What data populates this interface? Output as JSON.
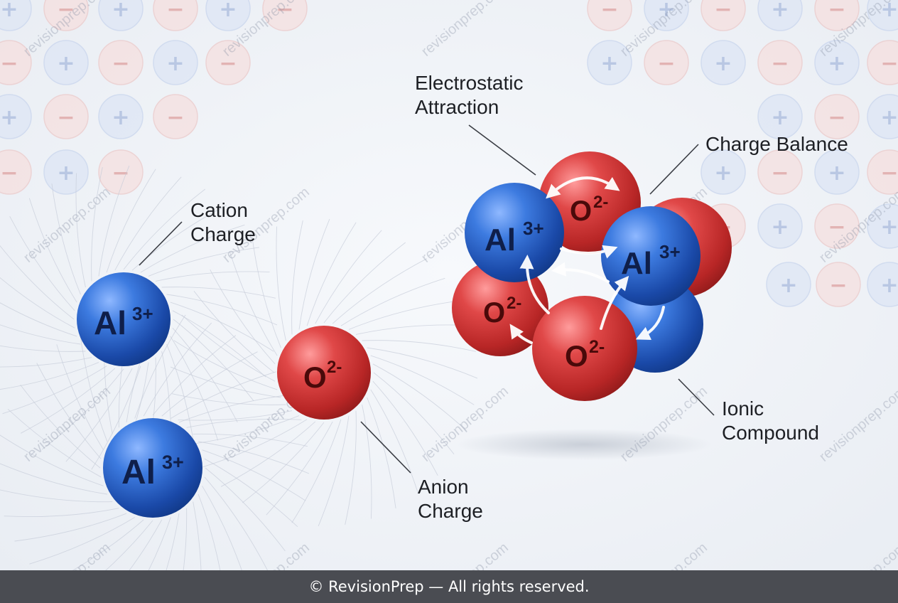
{
  "labels": {
    "cation": [
      "Cation",
      "Charge"
    ],
    "anion": [
      "Anion",
      "Charge"
    ],
    "electrostatic": [
      "Electrostatic",
      "Attraction"
    ],
    "charge_balance": "Charge Balance",
    "ionic_compound": [
      "Ionic",
      "Compound"
    ]
  },
  "ions": {
    "aluminium": {
      "symbol": "Al",
      "charge": "3+"
    },
    "oxide": {
      "symbol": "O",
      "charge": "2-"
    }
  },
  "watermark": "revisionprep.com",
  "background_symbols": {
    "plus": "+",
    "minus": "−"
  },
  "footer": "© RevisionPrep — All rights reserved.",
  "colors": {
    "cation_blue": "#2a63c9",
    "anion_red": "#d33434",
    "background": "#eef1f6",
    "footer_bg": "#4a4c52"
  }
}
